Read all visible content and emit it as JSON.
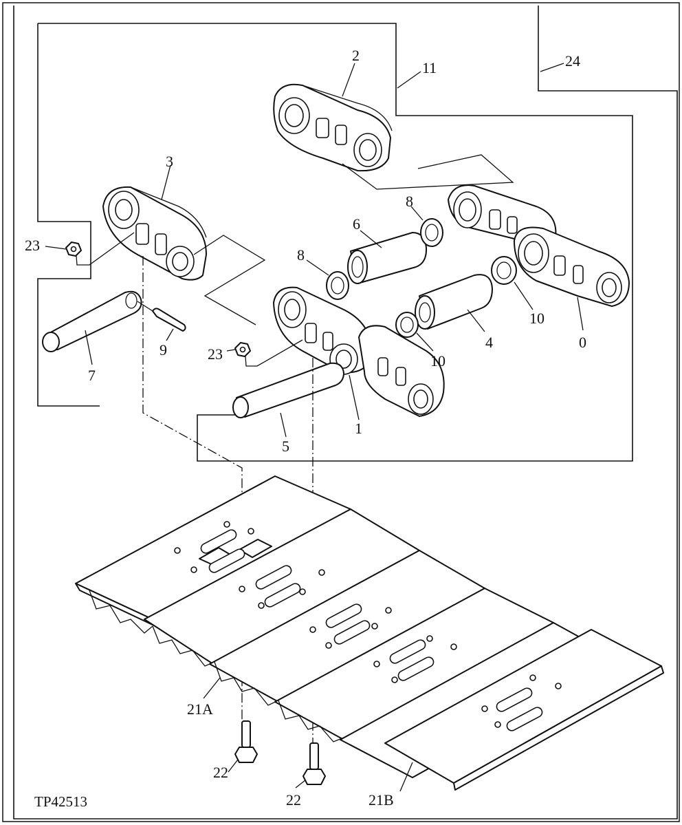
{
  "figure_id": "TP42513",
  "callouts": {
    "c0": "0",
    "c1": "1",
    "c2": "2",
    "c3": "3",
    "c4": "4",
    "c5": "5",
    "c6": "6",
    "c7": "7",
    "c8a": "8",
    "c8b": "8",
    "c9": "9",
    "c10a": "10",
    "c10b": "10",
    "c11": "11",
    "c21a": "21A",
    "c21b": "21B",
    "c22a": "22",
    "c22b": "22",
    "c23a": "23",
    "c23b": "23",
    "c24": "24"
  }
}
